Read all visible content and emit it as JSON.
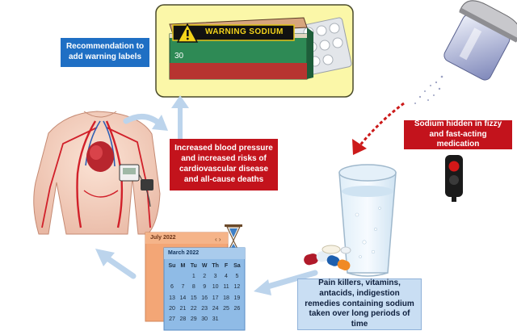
{
  "labels": {
    "recommendation": "Recommendation to add warning labels",
    "warning_sodium": "WARNING SODIUM",
    "pack_count": "30",
    "sodium_hidden": "Sodium hidden in fizzy and fast-acting medication",
    "risks": "Increased blood pressure and increased risks of cardiovascular disease and all-cause deaths",
    "medicines": "Pain killers, vitamins, antacids, indigestion remedies containing sodium taken over long periods of time"
  },
  "calendar": {
    "back_month": "July 2022",
    "front_month": "March 2022",
    "weekdays": [
      "Su",
      "M",
      "Tu",
      "W",
      "Th",
      "F",
      "Sa"
    ],
    "rows": [
      [
        "",
        "",
        "1",
        "2",
        "3",
        "4",
        "5"
      ],
      [
        "6",
        "7",
        "8",
        "9",
        "10",
        "11",
        "12"
      ],
      [
        "13",
        "14",
        "15",
        "16",
        "17",
        "18",
        "19"
      ],
      [
        "20",
        "21",
        "22",
        "23",
        "24",
        "25",
        "26"
      ],
      [
        "27",
        "28",
        "29",
        "30",
        "31",
        "",
        ""
      ]
    ]
  },
  "colors": {
    "label_blue": "#1f6fc4",
    "label_red": "#c3131c",
    "label_lightblue": "#c9def3",
    "arrow_blue": "#bcd4ec",
    "arrow_red": "#cc1a1a"
  }
}
